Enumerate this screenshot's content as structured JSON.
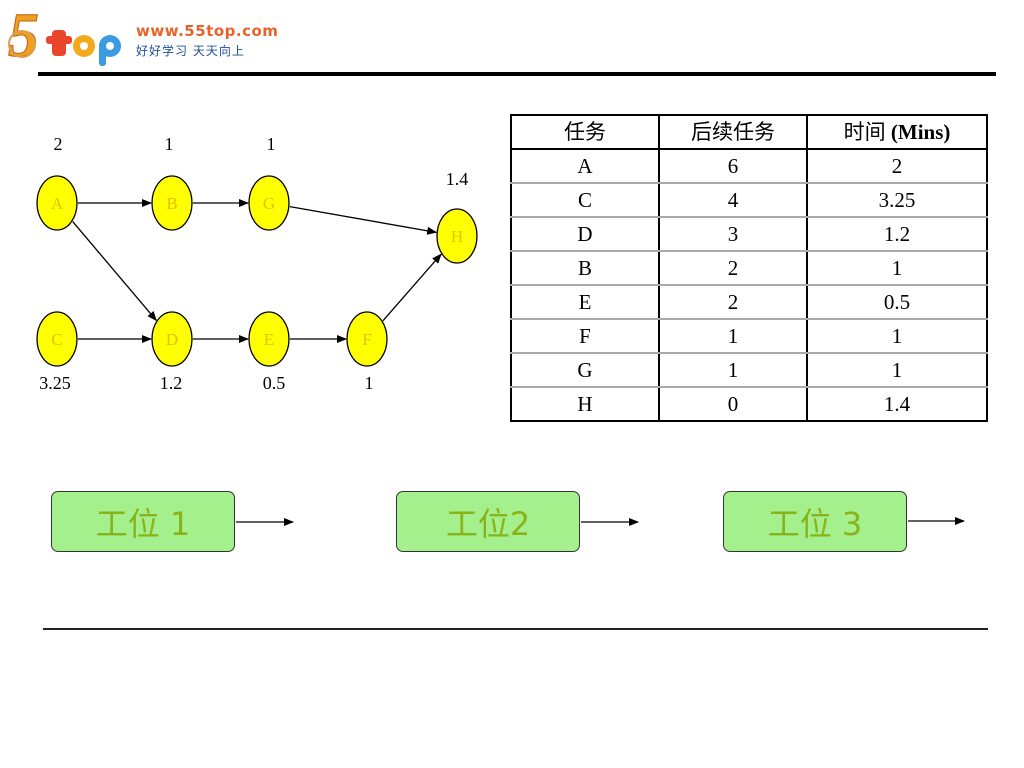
{
  "header": {
    "logo_mark": "5top",
    "url": "www.55top.com",
    "slogan": "好好学习 天天向上"
  },
  "nodes": [
    {
      "id": "A",
      "label": "A",
      "time": "2"
    },
    {
      "id": "B",
      "label": "B",
      "time": "1"
    },
    {
      "id": "G",
      "label": "G",
      "time": "1"
    },
    {
      "id": "H",
      "label": "H",
      "time": "1.4"
    },
    {
      "id": "C",
      "label": "C",
      "time": "3.25"
    },
    {
      "id": "D",
      "label": "D",
      "time": "1.2"
    },
    {
      "id": "E",
      "label": "E",
      "time": "0.5"
    },
    {
      "id": "F",
      "label": "F",
      "time": "1"
    }
  ],
  "edges": [
    {
      "from": "A",
      "to": "B"
    },
    {
      "from": "A",
      "to": "D"
    },
    {
      "from": "B",
      "to": "G"
    },
    {
      "from": "G",
      "to": "H"
    },
    {
      "from": "C",
      "to": "D"
    },
    {
      "from": "D",
      "to": "E"
    },
    {
      "from": "E",
      "to": "F"
    },
    {
      "from": "F",
      "to": "H"
    }
  ],
  "table": {
    "headers": [
      "任务",
      "后续任务",
      "时间 (Mins)"
    ],
    "header_time_prefix": "时间 ",
    "header_time_unit": "(Mins)",
    "rows": [
      [
        "A",
        "6",
        "2"
      ],
      [
        "C",
        "4",
        "3.25"
      ],
      [
        "D",
        "3",
        "1.2"
      ],
      [
        "B",
        "2",
        "1"
      ],
      [
        "E",
        "2",
        "0.5"
      ],
      [
        "F",
        "1",
        "1"
      ],
      [
        "G",
        "1",
        "1"
      ],
      [
        "H",
        "0",
        "1.4"
      ]
    ]
  },
  "stations": [
    {
      "label": "工位  1"
    },
    {
      "label": "工位2"
    },
    {
      "label": "工位  3"
    }
  ],
  "colors": {
    "node_fill": "#ffff00",
    "node_label": "#e1c200",
    "station_fill": "#a4f08c",
    "station_text": "#8ab31a"
  }
}
